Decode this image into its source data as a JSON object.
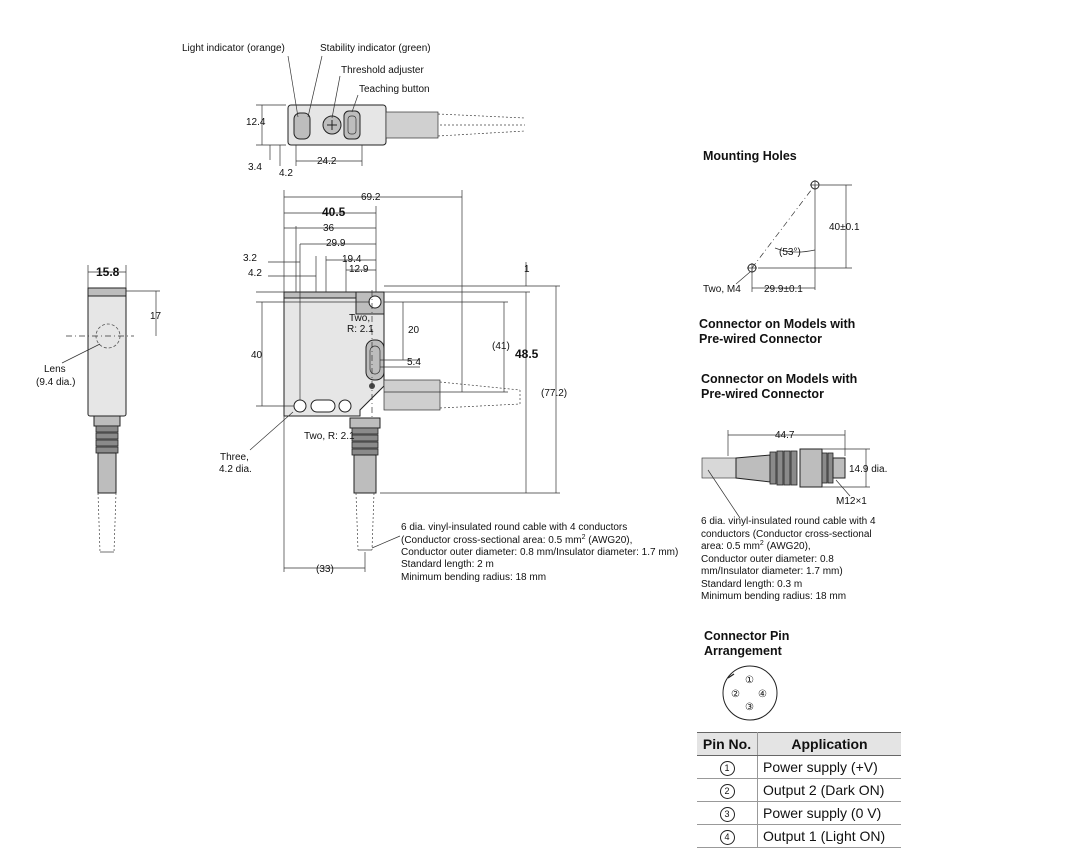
{
  "top_view": {
    "light_indicator": "Light indicator (orange)",
    "stability_indicator": "Stability indicator (green)",
    "threshold_adjuster": "Threshold adjuster",
    "teaching_button": "Teaching button",
    "dim_12_4": "12.4",
    "dim_3_4": "3.4",
    "dim_4_2": "4.2",
    "dim_24_2": "24.2"
  },
  "side_view": {
    "dim_15_8": "15.8",
    "dim_17": "17",
    "lens_line1": "Lens",
    "lens_line2": "(9.4 dia.)"
  },
  "front_view": {
    "dim_69_2": "69.2",
    "dim_40_5": "40.5",
    "dim_36": "36",
    "dim_29_9": "29.9",
    "dim_19_4": "19.4",
    "dim_12_9": "12.9",
    "dim_3_2": "3.2",
    "dim_4_2": "4.2",
    "dim_1": "1",
    "two_r_line1": "Two,",
    "two_r_line2": "R: 2.1",
    "dim_20": "20",
    "dim_40": "40",
    "dim_5_4": "5.4",
    "dim_41": "(41)",
    "dim_48_5": "48.5",
    "dim_77_2": "(77.2)",
    "three_line1": "Three,",
    "three_line2": "4.2 dia.",
    "two_r_bottom": "Two, R: 2.1",
    "dim_33": "(33)"
  },
  "cable_note": {
    "line1": "6 dia. vinyl-insulated round cable with 4 conductors",
    "line2_a": "(Conductor cross-sectional area: 0.5 mm",
    "line2_sup": "2",
    "line2_b": " (AWG20),",
    "line3": "Conductor outer diameter: 0.8 mm/Insulator diameter: 1.7 mm)",
    "line4": "Standard length: 2 m",
    "line5": "Minimum bending radius: 18 mm"
  },
  "mounting_holes": {
    "title": "Mounting Holes",
    "dim_40": "40±0.1",
    "angle": "(53°)",
    "two_m4": "Two, M4",
    "dim_29_9": "29.9±0.1"
  },
  "connector_heading_1": {
    "line1": "Connector on Models with",
    "line2": "Pre-wired Connector"
  },
  "connector_heading_2": {
    "line1": "Connector on Models with",
    "line2": "Pre-wired Connector"
  },
  "connector_view": {
    "dim_44_7": "44.7",
    "dim_14_9": "14.9 dia.",
    "m12": "M12×1"
  },
  "connector_note": {
    "line1": "6 dia. vinyl-insulated round cable with 4",
    "line2": "conductors (Conductor cross-sectional",
    "line3_a": "area: 0.5 mm",
    "line3_sup": "2",
    "line3_b": " (AWG20),",
    "line4": "Conductor outer diameter: 0.8",
    "line5": "mm/Insulator diameter: 1.7 mm)",
    "line6": "Standard length: 0.3 m",
    "line7": "Minimum bending radius: 18 mm"
  },
  "pin_arrangement": {
    "title_line1": "Connector Pin",
    "title_line2": "Arrangement",
    "pins": [
      "①",
      "②",
      "③",
      "④"
    ]
  },
  "pin_table": {
    "headers": [
      "Pin No.",
      "Application"
    ],
    "rows": [
      {
        "pin": "1",
        "application": "Power supply (+V)"
      },
      {
        "pin": "2",
        "application": "Output 2 (Dark ON)"
      },
      {
        "pin": "3",
        "application": "Power supply (0 V)"
      },
      {
        "pin": "4",
        "application": "Output 1 (Light ON)"
      }
    ]
  }
}
